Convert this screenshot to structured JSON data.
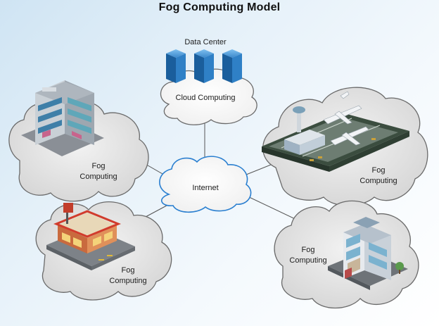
{
  "title": "Fog Computing Model",
  "data_center": {
    "label": "Data Center"
  },
  "cloud": {
    "label": "Cloud Computing"
  },
  "internet": {
    "label": "Internet"
  },
  "fog_nodes": [
    {
      "label_line1": "Fog",
      "label_line2": "Computing",
      "building": "office-building"
    },
    {
      "label_line1": "Fog",
      "label_line2": "Computing",
      "building": "airport"
    },
    {
      "label_line1": "Fog",
      "label_line2": "Computing",
      "building": "restaurant"
    },
    {
      "label_line1": "Fog",
      "label_line2": "Computing",
      "building": "apartment"
    }
  ],
  "colors": {
    "cloud_fill": "#e7e7e7",
    "cloud_stroke": "#6a6a6a",
    "internet_stroke": "#2a7fd0",
    "server_blue": "#1f6fb5",
    "line": "#555555"
  }
}
